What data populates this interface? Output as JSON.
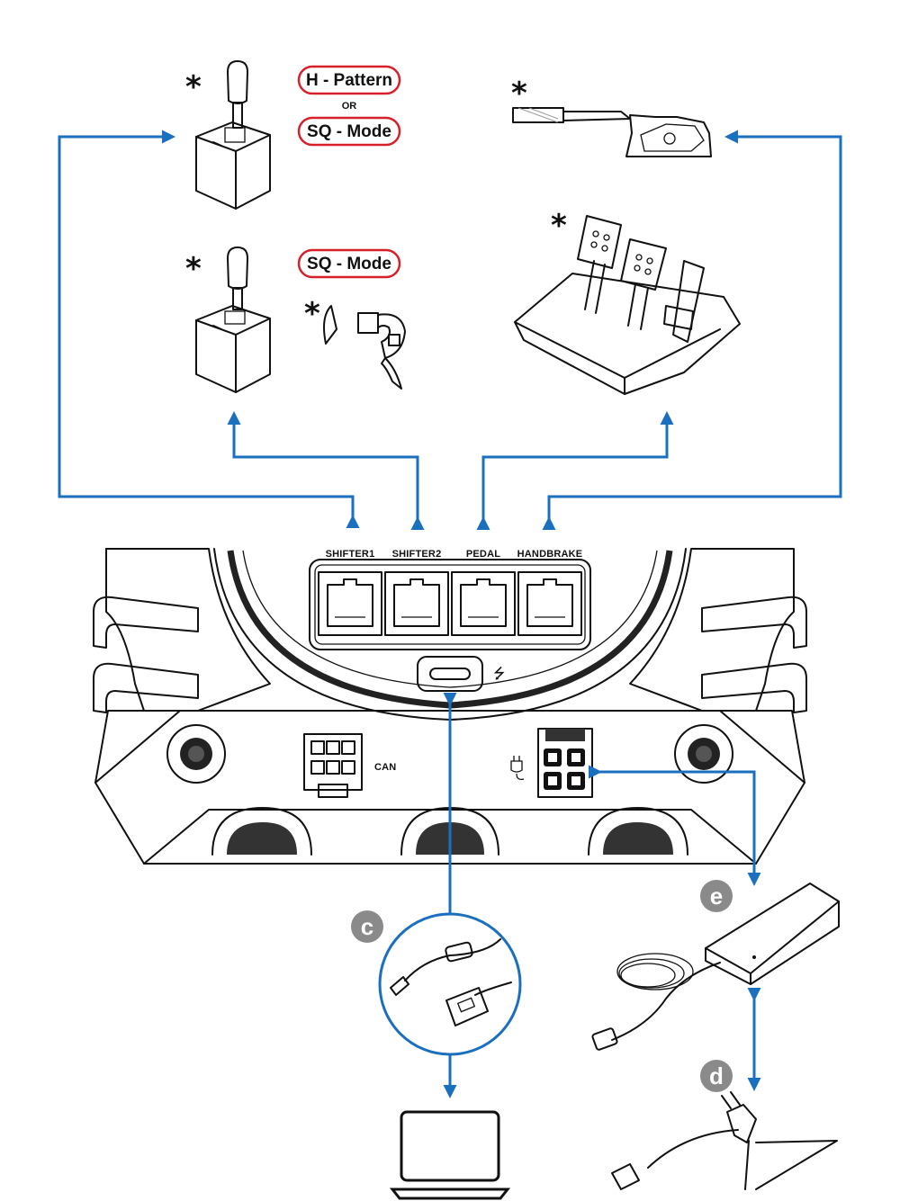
{
  "labels": {
    "h_pattern": "H - Pattern",
    "or": "OR",
    "sq_mode_1": "SQ - Mode",
    "sq_mode_2": "SQ - Mode",
    "asterisk": "*"
  },
  "ports": {
    "shifter1": "SHIFTER1",
    "shifter2": "SHIFTER2",
    "pedal": "PEDAL",
    "handbrake": "HANDBRAKE",
    "can": "CAN",
    "usb_symbol": "⭍"
  },
  "badges": {
    "c": "c",
    "d": "d",
    "e": "e"
  },
  "colors": {
    "arrow": "#1a6fbf",
    "pill_border": "#d8202a",
    "badge": "#8a8a8a",
    "outline": "#111111"
  },
  "icons": [
    "shifter-icon",
    "paddle-shifter-icon",
    "handbrake-icon",
    "pedals-icon",
    "usb-cable-icon",
    "power-adapter-icon",
    "power-cord-icon",
    "laptop-icon",
    "power-plug-icon"
  ]
}
